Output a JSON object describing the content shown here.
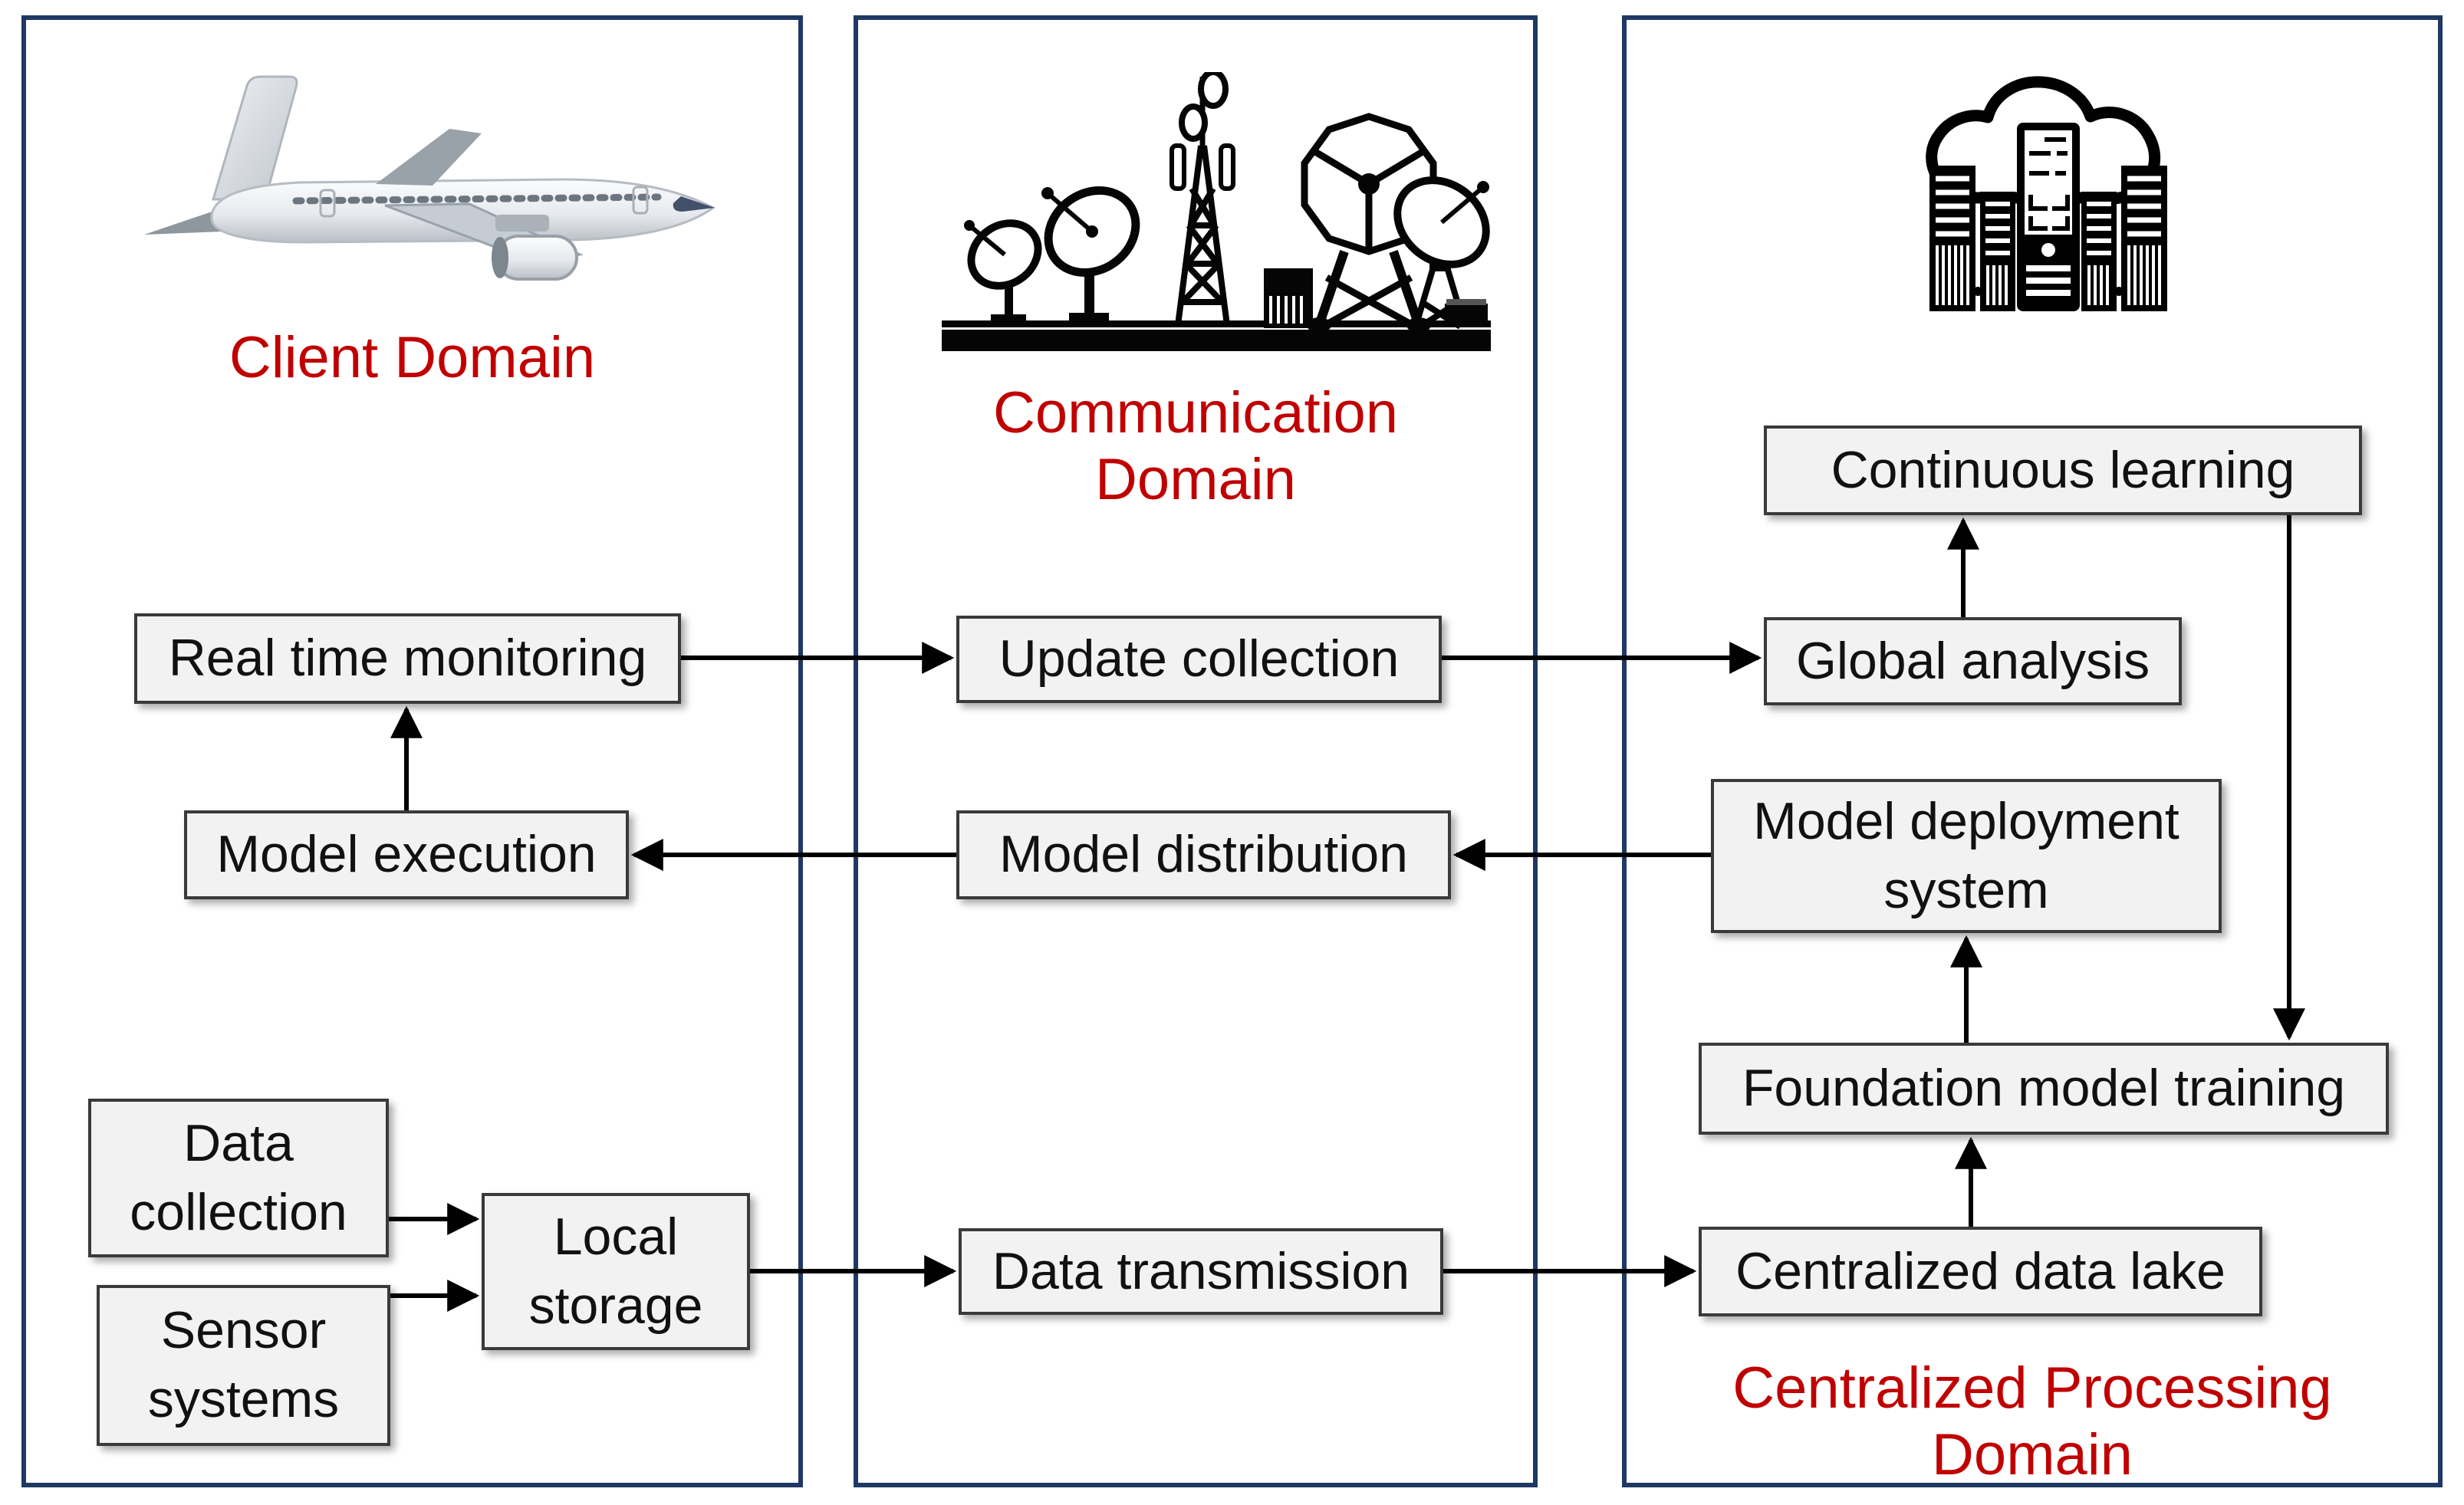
{
  "diagram": {
    "panels": {
      "client": {
        "title": "Client Domain",
        "icon": "airplane-icon"
      },
      "communication": {
        "title": "Communication Domain",
        "icon": "communication-towers-icon"
      },
      "centralized": {
        "title": "Centralized Processing Domain",
        "icon": "cloud-servers-icon"
      }
    },
    "nodes": {
      "real_time_monitoring": "Real time monitoring",
      "model_execution": "Model execution",
      "data_collection": "Data collection",
      "sensor_systems": "Sensor systems",
      "local_storage": "Local storage",
      "update_collection": "Update collection",
      "model_distribution": "Model distribution",
      "data_transmission": "Data transmission",
      "continuous_learning": "Continuous learning",
      "global_analysis": "Global analysis",
      "model_deployment_system": "Model deployment system",
      "foundation_model_training": "Foundation model training",
      "centralized_data_lake": "Centralized data lake"
    },
    "edges": [
      {
        "from": "real_time_monitoring",
        "to": "update_collection"
      },
      {
        "from": "update_collection",
        "to": "global_analysis"
      },
      {
        "from": "global_analysis",
        "to": "continuous_learning"
      },
      {
        "from": "continuous_learning",
        "to": "foundation_model_training"
      },
      {
        "from": "model_deployment_system",
        "to": "model_distribution"
      },
      {
        "from": "model_distribution",
        "to": "model_execution"
      },
      {
        "from": "model_execution",
        "to": "real_time_monitoring"
      },
      {
        "from": "foundation_model_training",
        "to": "model_deployment_system"
      },
      {
        "from": "centralized_data_lake",
        "to": "foundation_model_training"
      },
      {
        "from": "data_collection",
        "to": "local_storage"
      },
      {
        "from": "sensor_systems",
        "to": "local_storage"
      },
      {
        "from": "local_storage",
        "to": "data_transmission"
      },
      {
        "from": "data_transmission",
        "to": "centralized_data_lake"
      }
    ],
    "colors": {
      "domain_title": "#c00000",
      "panel_border": "#1f3864",
      "node_fill": "#f2f2f2",
      "node_border": "#3a3a3a",
      "arrow": "#000000"
    }
  }
}
